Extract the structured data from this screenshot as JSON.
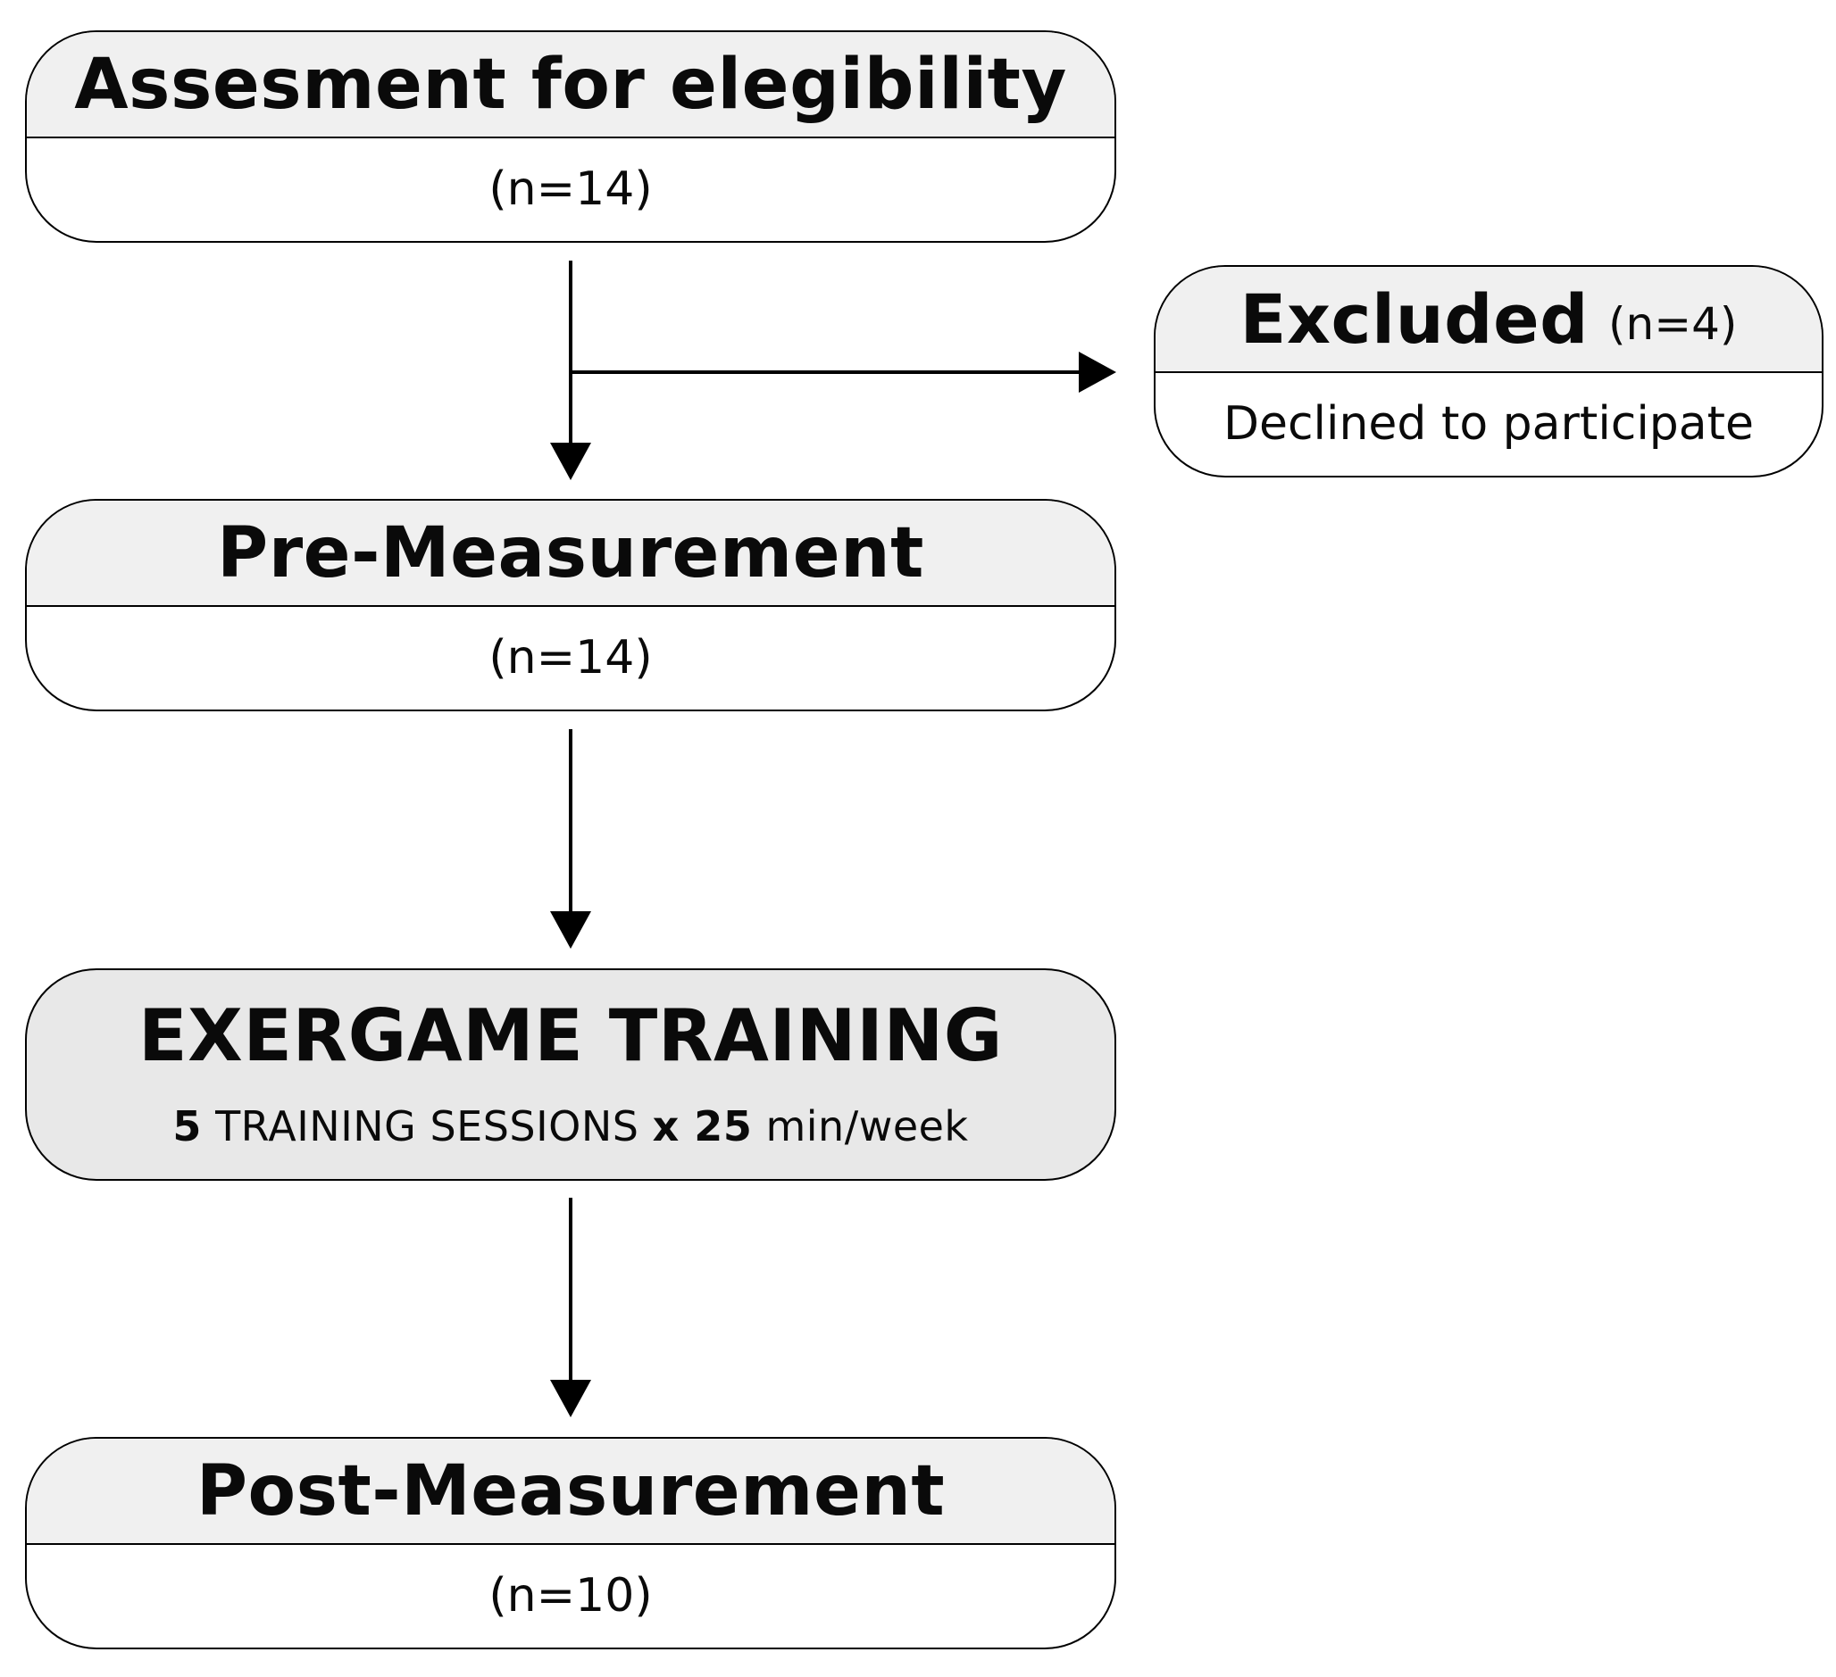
{
  "assessment": {
    "title": "Assesment for elegibility",
    "count": "(n=14)"
  },
  "excluded": {
    "title": "Excluded",
    "count": "(n=4)",
    "reason": "Declined to participate"
  },
  "pre_measurement": {
    "title": "Pre-Measurement",
    "count": "(n=14)"
  },
  "exergame": {
    "title": "EXERGAME TRAINING",
    "sessions_number": "5",
    "sessions_label": "TRAINING SESSIONS",
    "times": "x 25",
    "unit": "min/week"
  },
  "post_measurement": {
    "title": "Post-Measurement",
    "count": "(n=10)"
  }
}
